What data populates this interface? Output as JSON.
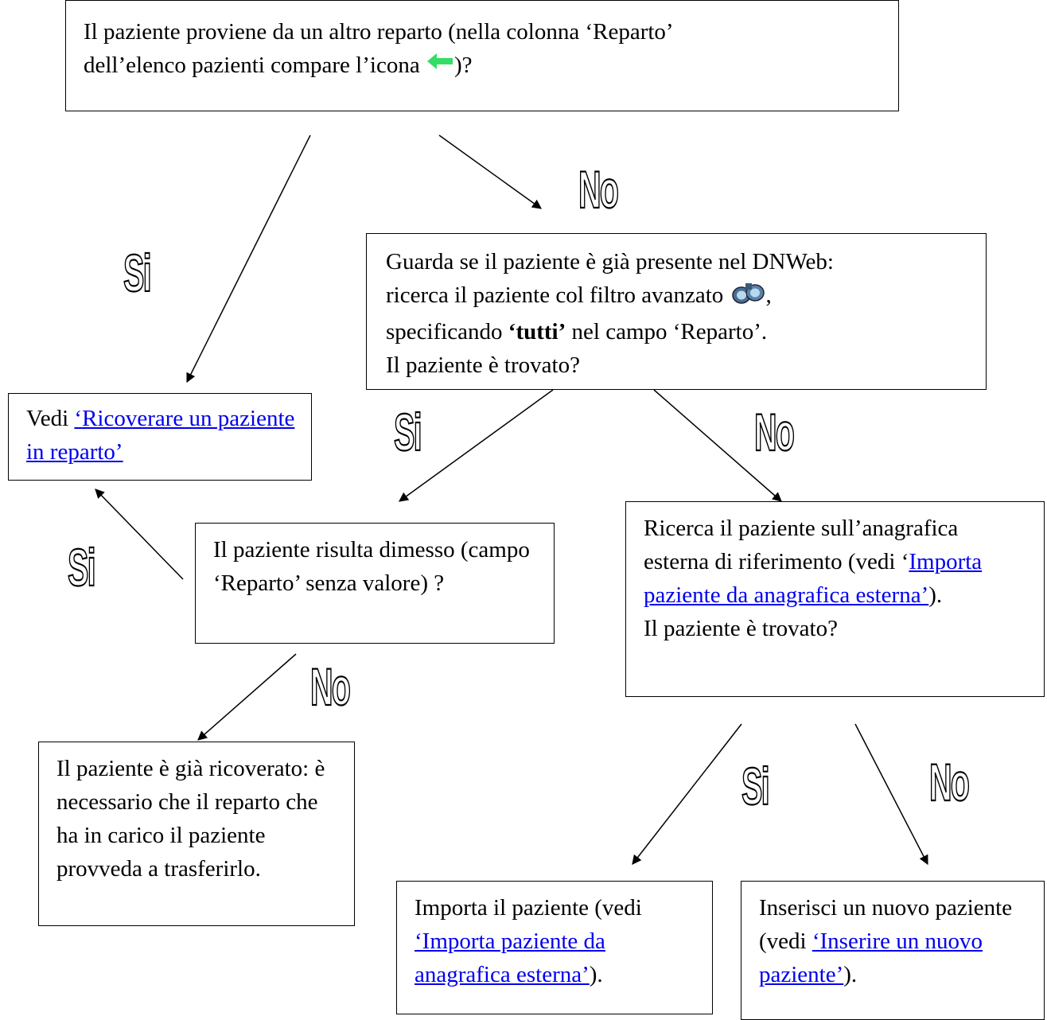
{
  "colors": {
    "link": "#0000ee",
    "arrow_icon": "#33dd66"
  },
  "box1": {
    "text_a": "Il paziente proviene da un altro reparto (nella colonna ‘Reparto’",
    "text_b": "dell’elenco pazienti compare l’icona",
    "text_c": ")?",
    "icon": "green-left-arrow-icon"
  },
  "box2": {
    "line1": "Guarda se il paziente è già presente nel DNWeb:",
    "line2a": "ricerca il paziente col filtro avanzato",
    "line2b": ",",
    "line3a": "specificando",
    "line3b": "‘tutti’",
    "line3c": "nel campo ‘Reparto’.",
    "line4": "Il paziente è trovato?",
    "icon": "binoculars-icon"
  },
  "box3": {
    "prefix": "Vedi",
    "link": "‘Ricoverare un paziente in reparto’"
  },
  "box4": {
    "text": "Il paziente risulta dimesso (campo ‘Reparto’ senza valore) ?"
  },
  "box5": {
    "text_a": "Ricerca il paziente sull’anagrafica esterna di riferimento (vedi ‘",
    "link": "Importa paziente da anagrafica esterna’",
    "text_b": ").",
    "text_c": "Il paziente è trovato?"
  },
  "box6": {
    "text": "Il paziente è già ricoverato: è necessario che il reparto che ha in carico il paziente provveda a trasferirlo."
  },
  "box7": {
    "text_a": "Importa il paziente (vedi",
    "link": "‘Importa paziente da anagrafica esterna’",
    "text_b": ")."
  },
  "box8": {
    "text_a": "Inserisci un nuovo paziente (vedi",
    "link": "‘Inserire un nuovo paziente’",
    "text_b": ")."
  },
  "labels": {
    "no": "No",
    "si": "Si"
  }
}
